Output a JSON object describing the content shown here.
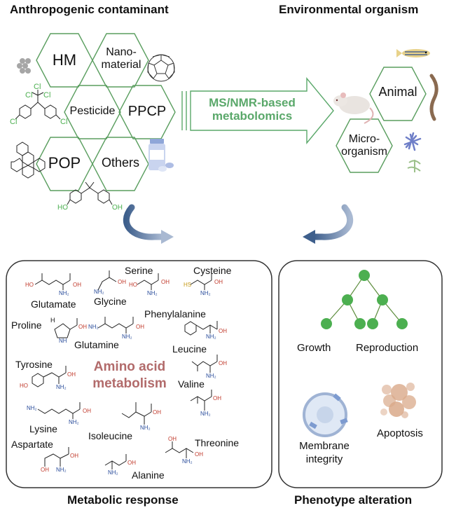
{
  "headings": {
    "contaminant": "Anthropogenic contaminant",
    "organism": "Environmental organism",
    "metabolic": "Metabolic response",
    "phenotype": "Phenotype alteration"
  },
  "contaminants": {
    "hm": "HM",
    "nano_line1": "Nano-",
    "nano_line2": "material",
    "pesticide": "Pesticide",
    "ppcp": "PPCP",
    "pop": "POP",
    "others": "Others"
  },
  "method": {
    "line1": "MS/NMR-based",
    "line2": "metabolomics"
  },
  "organisms": {
    "animal": "Animal",
    "micro_line1": "Micro-",
    "micro_line2": "organism"
  },
  "amino_acids": {
    "title_line1": "Amino acid",
    "title_line2": "metabolism",
    "glutamate": "Glutamate",
    "glycine": "Glycine",
    "serine": "Serine",
    "cysteine": "Cysteine",
    "proline": "Proline",
    "phenylalanine": "Phenylalanine",
    "glutamine": "Glutamine",
    "tyrosine": "Tyrosine",
    "leucine": "Leucine",
    "valine": "Valine",
    "lysine": "Lysine",
    "isoleucine": "Isoleucine",
    "aspartate": "Aspartate",
    "threonine": "Threonine",
    "alanine": "Alanine"
  },
  "phenotypes": {
    "growth": "Growth",
    "reproduction": "Reproduction",
    "membrane_line1": "Membrane",
    "membrane_line2": "integrity",
    "apoptosis": "Apoptosis"
  },
  "chem_labels": {
    "cl": "Cl",
    "ho": "HO",
    "oh": "OH",
    "o": "O",
    "nh2": "NH₂",
    "sh": "HS",
    "h": "H",
    "nh": "NH"
  },
  "colors": {
    "hex_stroke": "#5a9e5f",
    "arrow_green": "#5aa86a",
    "node_green": "#4caf50",
    "curve_arrow": "#6e86a8",
    "title_red": "#b26b6b",
    "chem_red": "#c0392b",
    "chem_blue": "#2a4d9b"
  }
}
